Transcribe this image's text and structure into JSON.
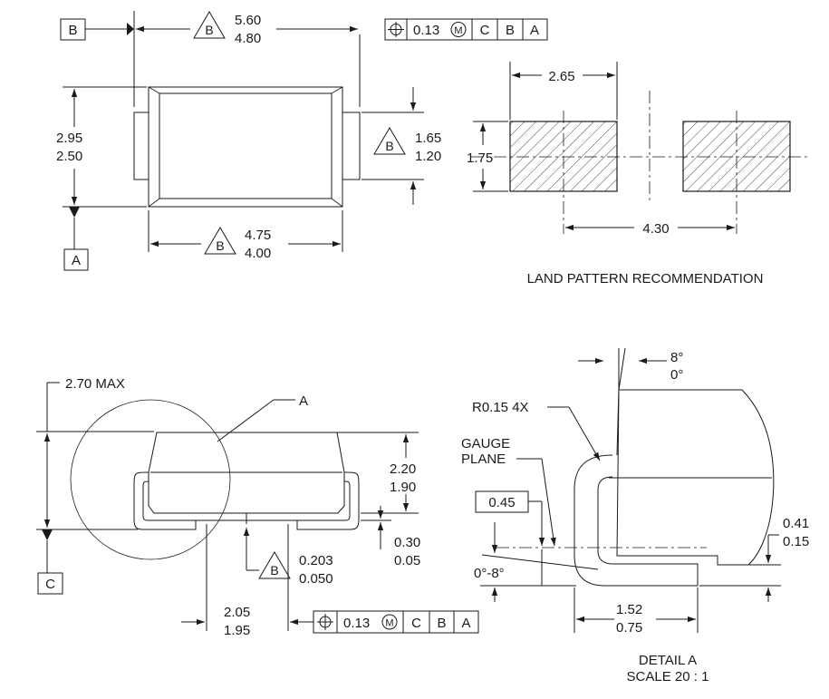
{
  "datum_labels": {
    "b": "B",
    "a": "A",
    "c": "C"
  },
  "triangle_label": "B",
  "top_view": {
    "length_max": "5.60",
    "length_min": "4.80",
    "height_max": "2.95",
    "height_min": "2.50",
    "lead_width_max": "1.65",
    "lead_width_min": "1.20",
    "body_length_max": "4.75",
    "body_length_min": "4.00"
  },
  "fcf_top": {
    "symbol": "⌖",
    "tolerance": "0.13",
    "modifier": "M",
    "datum1": "C",
    "datum2": "B",
    "datum3": "A"
  },
  "land_pattern": {
    "width": "2.65",
    "height": "1.75",
    "pitch": "4.30",
    "caption": "LAND PATTERN RECOMMENDATION"
  },
  "side_view": {
    "max_height": "2.70 MAX",
    "detail_label": "A",
    "standoff_max": "2.20",
    "standoff_min": "1.90",
    "lead_thk_max": "0.30",
    "lead_thk_min": "0.05",
    "lead_tol_max": "0.203",
    "lead_tol_min": "0.050",
    "lead_len_max": "2.05",
    "lead_len_min": "1.95"
  },
  "fcf_side": {
    "symbol": "⌖",
    "tolerance": "0.13",
    "modifier": "M",
    "datum1": "C",
    "datum2": "B",
    "datum3": "A"
  },
  "detail": {
    "angle_top_max": "8°",
    "angle_top_min": "0°",
    "radius": "R0.15 4X",
    "gauge_line1": "GAUGE",
    "gauge_line2": "PLANE",
    "gauge_value": "0.45",
    "angle_range": "0°-8°",
    "lead_max": "1.52",
    "lead_min": "0.75",
    "foot_max": "0.41",
    "foot_min": "0.15",
    "caption_line1": "DETAIL A",
    "caption_line2": "SCALE 20 : 1"
  }
}
